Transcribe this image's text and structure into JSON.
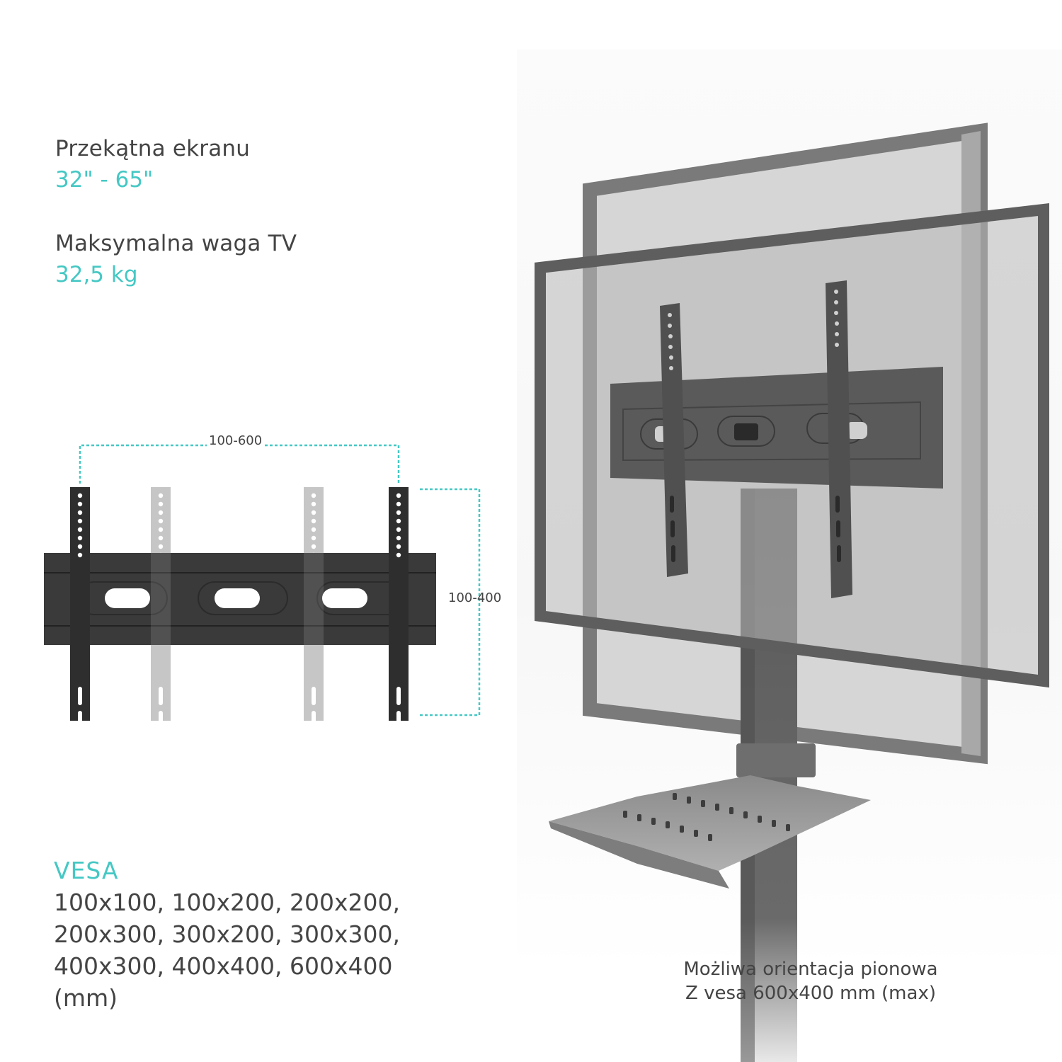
{
  "specs": {
    "screen_size": {
      "label": "Przekątna ekranu",
      "value": "32\" - 65\""
    },
    "max_weight": {
      "label": "Maksymalna waga TV",
      "value": "32,5 kg"
    }
  },
  "bracket_diagram": {
    "horizontal_dimension": "100-600",
    "vertical_dimension": "100-400"
  },
  "vesa": {
    "title": "VESA",
    "lines": [
      "100x100, 100x200, 200x200,",
      "200x300, 300x200, 300x300,",
      "400x300, 400x400, 600x400",
      "(mm)"
    ]
  },
  "caption": {
    "lines": [
      "Możliwa orientacja pionowa",
      "Z vesa 600x400 mm (max)"
    ]
  },
  "colors": {
    "accent": "#45c8c4",
    "text": "#444444",
    "bracket_dark": "#2e2e2e",
    "bracket_ghost": "#bdbdbd",
    "frame": "#6b6b6b"
  }
}
